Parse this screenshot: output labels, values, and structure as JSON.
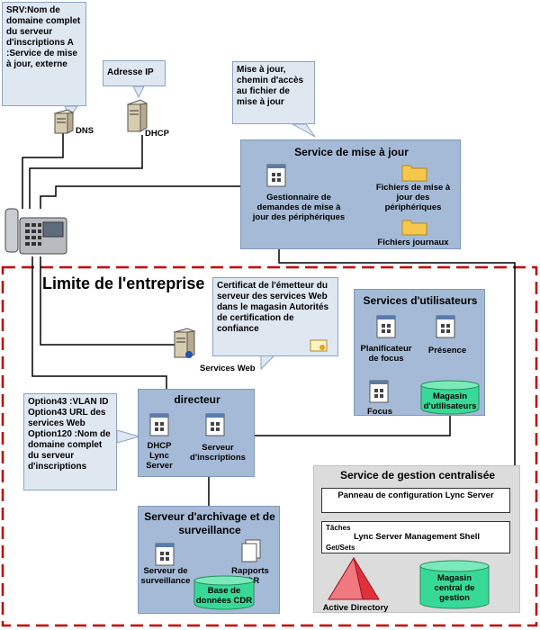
{
  "callouts": {
    "dns_note": "SRV:Nom de domaine complet du serveur d'inscriptions A :Service de mise à jour, externe",
    "dhcp_note": "Adresse IP",
    "update_note": "Mise à jour, chemin d'accès au fichier de mise à jour",
    "cert_note": "Certificat de l'émetteur du serveur des services Web dans le magasin Autorités de certification de confiance",
    "options_note": "Option43 :VLAN ID Option43 URL des services Web Option120 :Nom de domaine complet du serveur d'inscriptions"
  },
  "nodes": {
    "dns": "DNS",
    "dhcp": "DHCP",
    "web_services": "Services Web"
  },
  "boundary_title": "Limite de l'entreprise",
  "update_service": {
    "title": "Service de mise à jour",
    "manager": "Gestionnaire de demandes de mise à jour des périphériques",
    "update_files": "Fichiers de mise à jour des périphériques",
    "log_files": "Fichiers journaux"
  },
  "user_services": {
    "title": "Services d'utilisateurs",
    "focus_planner": "Planificateur de focus",
    "presence": "Présence",
    "focus": "Focus",
    "user_store": "Magasin d'utilisateurs"
  },
  "director": {
    "title": "directeur",
    "dhcp_server": "DHCP Lync Server",
    "registration_server": "Serveur d'inscriptions"
  },
  "archiving": {
    "title": "Serveur d'archivage et de surveillance",
    "monitoring_server": "Serveur de surveillance",
    "cdr_reports": "Rapports CDR",
    "cdr_db": "Base de données CDR"
  },
  "central_mgmt": {
    "title": "Service de gestion centralisée",
    "control_panel": "Panneau de configuration Lync Server",
    "tasks": "Tâches",
    "shell": "Lync Server Management Shell",
    "get_sets": "Get/Sets",
    "active_directory": "Active Directory",
    "central_store": "Magasin central de gestion"
  },
  "colors": {
    "box_blue": "#a5bad6",
    "callout_blue": "#dfe7f1",
    "boundary_red": "#c00000",
    "db_green": "#38d996",
    "folder_yellow": "#f5c84c",
    "ad_red": "#e0303a"
  }
}
